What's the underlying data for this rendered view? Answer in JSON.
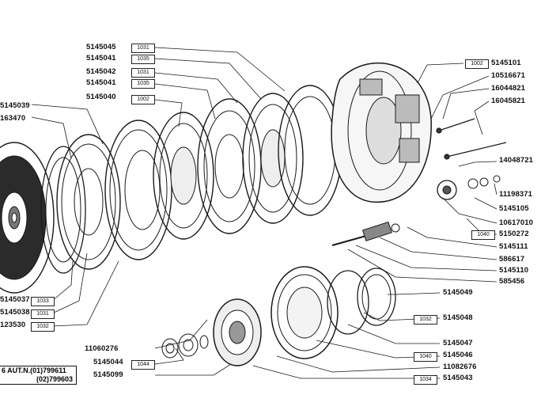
{
  "callouts_left_top": {
    "p5145045": "5145045",
    "p5145041a": "5145041",
    "p5145042": "5145042",
    "p5145041b": "5145041",
    "p5145040": "5145040",
    "p5145039": "5145039",
    "p163470": "163470"
  },
  "refs_left_top": {
    "r1031a": "1031",
    "r1035a": "1035",
    "r1031b": "1031",
    "r1035b": "1035",
    "r1002": "1002"
  },
  "callouts_left_bottom": {
    "p5145037": "5145037",
    "p5145038": "5145038",
    "p123530": "123530"
  },
  "refs_left_bottom": {
    "r1033": "1033",
    "r1031c": "1031",
    "r1032": "1032"
  },
  "callouts_bottom_center": {
    "p11060276": "11060276",
    "p5145044": "5145044",
    "p5145099": "5145099"
  },
  "refs_bottom_center": {
    "r1044": "1044"
  },
  "note_lines": [
    "6 AUT.N.(01)799611",
    "(02)799603"
  ],
  "callouts_right": {
    "p5145101": "5145101",
    "p10516671": "10516671",
    "p16044821": "16044821",
    "p16045821": "16045821",
    "p14048721": "14048721",
    "p11198371": "11198371",
    "p5145105": "5145105",
    "p10617010": "10617010",
    "p5150272": "5150272",
    "p5145111": "5145111",
    "p586617": "586617",
    "p5145110": "5145110",
    "p585456": "585456",
    "p5145049": "5145049",
    "p5145048": "5145048",
    "p5145047": "5145047",
    "p5145046": "5145046",
    "p11082676": "11082676",
    "p5145043": "5145043"
  },
  "refs_right": {
    "r1002b": "1002",
    "r1040a": "1040",
    "r1032b": "1032",
    "r1040b": "1040",
    "r1034": "1034"
  }
}
